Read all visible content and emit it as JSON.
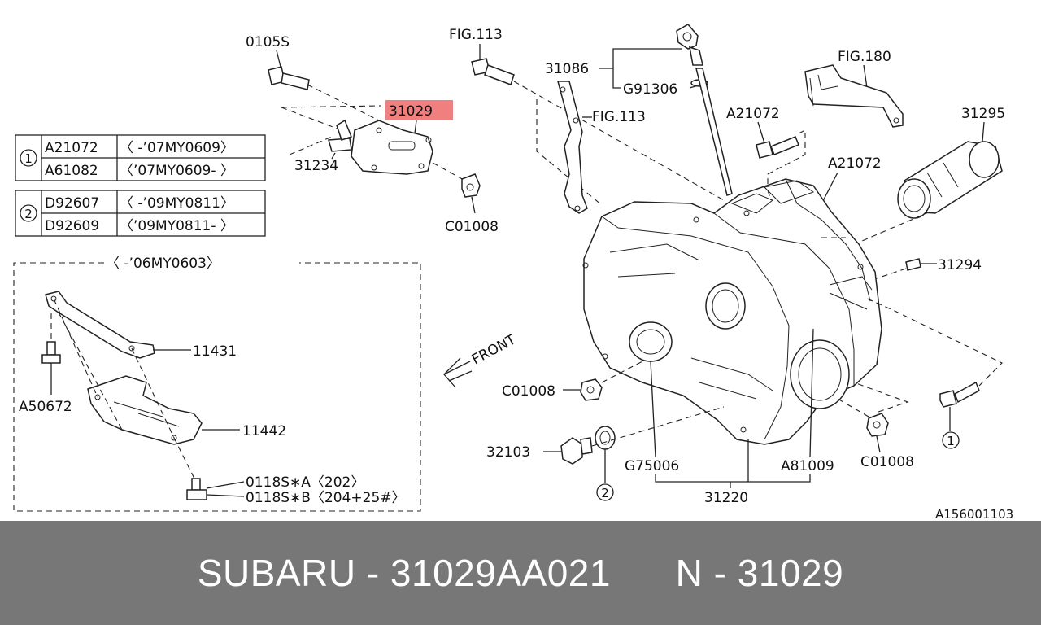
{
  "parts": {
    "p0105s": "0105S",
    "fig113_top": "FIG.113",
    "p31029": "31029",
    "p31234": "31234",
    "c01008_a": "C01008",
    "p31086": "31086",
    "g91306": "G91306",
    "fig113_mid": "FIG.113",
    "fig180": "FIG.180",
    "a21072_a": "A21072",
    "a21072_b": "A21072",
    "p31295": "31295",
    "p31294": "31294",
    "c01008_b": "C01008",
    "c01008_c": "C01008",
    "p32103": "32103",
    "g75006": "G75006",
    "a81009": "A81009",
    "p31220": "31220",
    "p11431": "11431",
    "a50672": "A50672",
    "p11442": "11442",
    "p0118s_a": "0118S∗A〈202〉",
    "p0118s_b": "0118S∗B〈204+25#〉",
    "front": "FRONT",
    "circle_1": "1",
    "circle_2": "2",
    "ref": "A156001103"
  },
  "table1": {
    "num": "1",
    "rows": [
      {
        "part": "A21072",
        "range": "〈   -’07MY0609〉"
      },
      {
        "part": "A61082",
        "range": "〈’07MY0609-    〉"
      }
    ]
  },
  "table2": {
    "num": "2",
    "rows": [
      {
        "part": "D92607",
        "range": "〈   -’09MY0811〉"
      },
      {
        "part": "D92609",
        "range": "〈’09MY0811-    〉"
      }
    ]
  },
  "box_label": "〈         -’06MY0603〉",
  "footer": {
    "left": "SUBARU - 31029AA021",
    "right": "N - 31029"
  },
  "colors": {
    "highlight": "#f08080",
    "footer_bg": "#777777"
  }
}
